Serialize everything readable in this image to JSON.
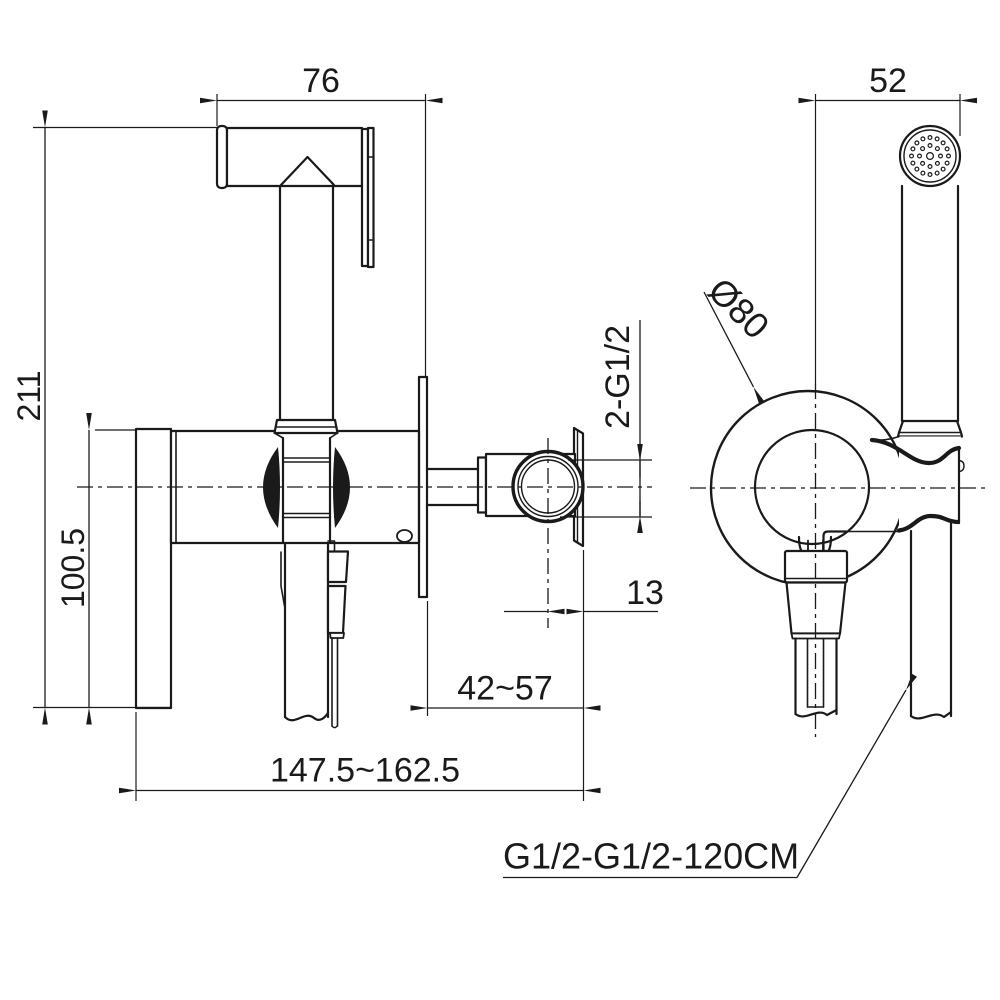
{
  "meta": {
    "background": "#ffffff",
    "ink": "#1a1a1a",
    "drawing_type": "installation dimension drawing - concealed bidet shower mixer"
  },
  "labels": {
    "head_width": "76",
    "side_width": "52",
    "overall_height": "211",
    "below_center_height": "100.5",
    "connection_threads": "2-G1/2",
    "center_offset": "13",
    "wall_depth_range": "42~57",
    "overall_depth_range": "147.5~162.5",
    "escutcheon_diameter": "Ø80",
    "hose_spec": "G1/2-G1/2-120CM"
  }
}
